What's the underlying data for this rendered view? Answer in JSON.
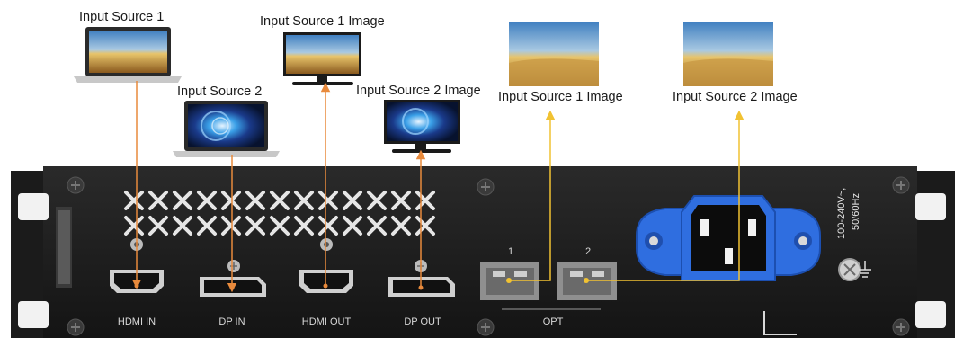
{
  "labels": {
    "input_source_1": "Input Source 1",
    "input_source_2": "Input Source 2",
    "input_source_1_image_monitor": "Input Source 1 Image",
    "input_source_2_image_monitor": "Input Source 2 Image",
    "input_source_1_image_screen": "Input Source 1 Image",
    "input_source_2_image_screen": "Input Source 2 Image"
  },
  "ports": {
    "hdmi_in": "HDMI IN",
    "dp_in": "DP IN",
    "hdmi_out": "HDMI OUT",
    "dp_out": "DP OUT",
    "opt": "OPT",
    "opt_port_1": "1",
    "opt_port_2": "2"
  },
  "power": {
    "rating_line1": "100-240V~,",
    "rating_line2": "50/60Hz"
  },
  "colors": {
    "panel": "#1f1f1f",
    "electrical_link": "#e88a3c",
    "fiber_link": "#f1c232",
    "power_socket": "#2f6ee0"
  }
}
